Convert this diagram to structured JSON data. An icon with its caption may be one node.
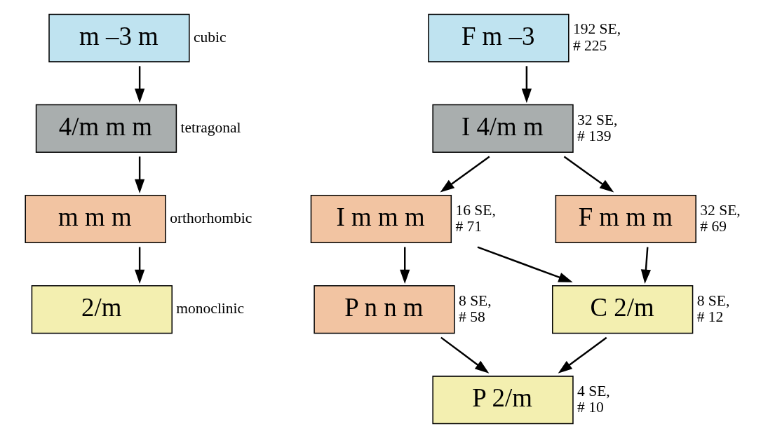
{
  "diagram": {
    "nodes": [
      {
        "text": [
          "m –3 m"
        ],
        "beside": [
          "cubic"
        ]
      },
      {
        "text": [
          "4/m m m"
        ],
        "beside": [
          "tetragonal"
        ]
      },
      {
        "text": [
          "m m m"
        ],
        "beside": [
          "orthorhombic"
        ]
      },
      {
        "text": [
          "2/m"
        ],
        "beside": [
          "monoclinic"
        ]
      },
      {
        "text": [
          "F m –3"
        ],
        "beside": [
          "192 SE, # 225"
        ]
      },
      {
        "text": [
          "I 4/m m"
        ],
        "beside": [
          "32 SE, # 139"
        ]
      },
      {
        "text": [
          "I m m m"
        ],
        "beside": [
          "16 SE, # 71"
        ]
      },
      {
        "text": [
          "F m m m"
        ],
        "beside": [
          "32 SE, # 69"
        ]
      },
      {
        "text": [
          "P n n m"
        ],
        "beside": [
          "8 SE, # 58"
        ]
      },
      {
        "text": [
          "C 2/m"
        ],
        "beside": [
          "8 SE, # 12"
        ]
      },
      {
        "text": [
          "P 2/m"
        ],
        "beside": [
          "4 SE, # 10"
        ]
      }
    ],
    "edges": [
      {
        "from": 0,
        "to": 1,
        "arrow": "to"
      },
      {
        "from": 1,
        "to": 2,
        "arrow": "to"
      },
      {
        "from": 2,
        "to": 3,
        "arrow": "to"
      },
      {
        "from": 4,
        "to": 5,
        "arrow": "to"
      },
      {
        "from": 5,
        "to": 6,
        "arrow": "to"
      },
      {
        "from": 5,
        "to": 7,
        "arrow": "to"
      },
      {
        "from": 6,
        "to": 8,
        "arrow": "to"
      },
      {
        "from": 6,
        "to": 9,
        "arrow": "to"
      },
      {
        "from": 7,
        "to": 9,
        "arrow": "to"
      },
      {
        "from": 8,
        "to": 10,
        "arrow": "to"
      },
      {
        "from": 9,
        "to": 10,
        "arrow": "to"
      }
    ]
  }
}
